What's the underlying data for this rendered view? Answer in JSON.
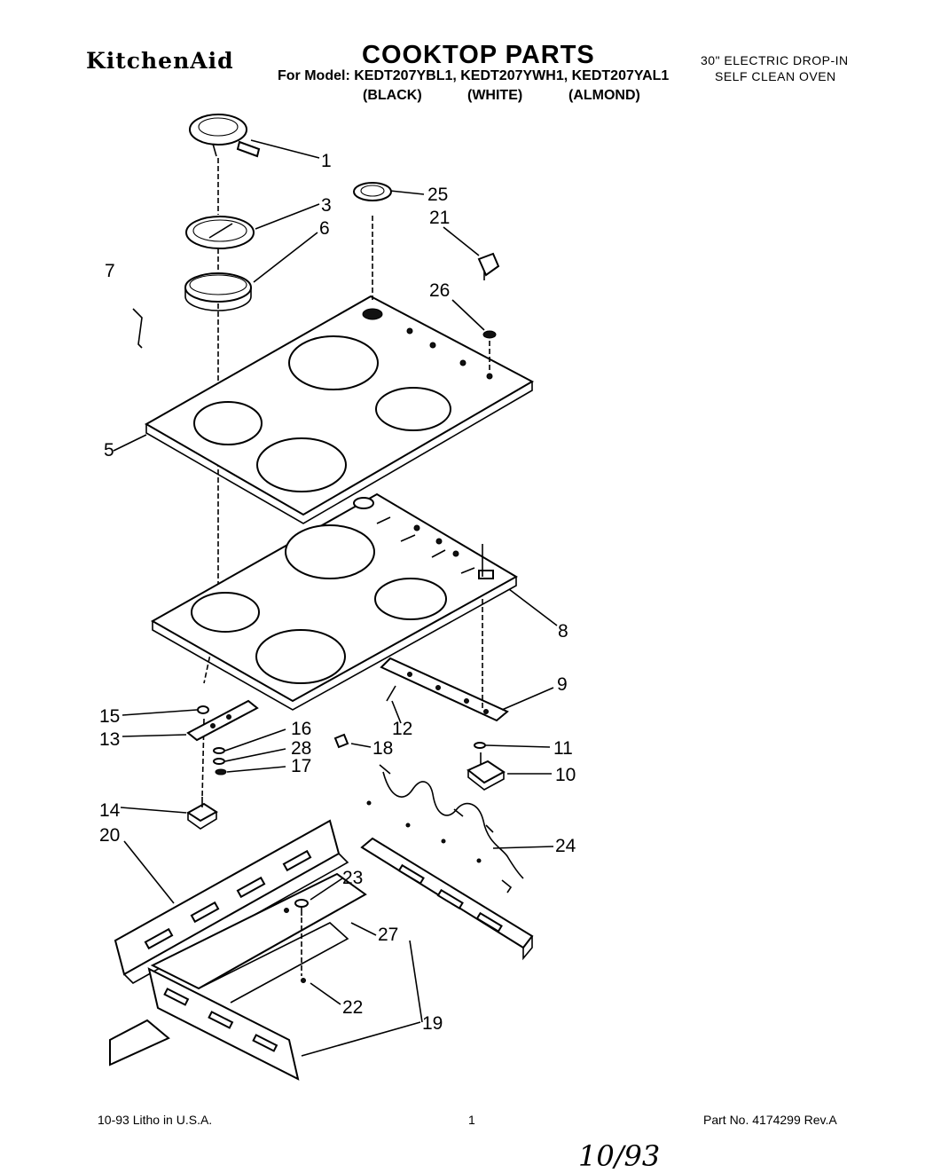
{
  "header": {
    "brand": "KitchenAid",
    "title": "COOKTOP PARTS",
    "model_line": "For Model: KEDT207YBL1, KEDT207YWH1, KEDT207YAL1",
    "colors": [
      "(BLACK)",
      "(WHITE)",
      "(ALMOND)"
    ],
    "description_line1": "30\" ELECTRIC DROP-IN",
    "description_line2": "SELF CLEAN OVEN"
  },
  "callouts": {
    "c1": "1",
    "c3": "3",
    "c6": "6",
    "c7": "7",
    "c25": "25",
    "c21": "21",
    "c26": "26",
    "c5": "5",
    "c8": "8",
    "c9": "9",
    "c15": "15",
    "c13": "13",
    "c16": "16",
    "c28": "28",
    "c17": "17",
    "c12": "12",
    "c18": "18",
    "c11": "11",
    "c10": "10",
    "c14": "14",
    "c20": "20",
    "c24": "24",
    "c23": "23",
    "c27": "27",
    "c22": "22",
    "c19": "19"
  },
  "footer": {
    "litho": "10-93 Litho in U.S.A.",
    "page": "1",
    "part_number": "Part No. 4174299 Rev.A",
    "handwritten_date": "10/93"
  }
}
